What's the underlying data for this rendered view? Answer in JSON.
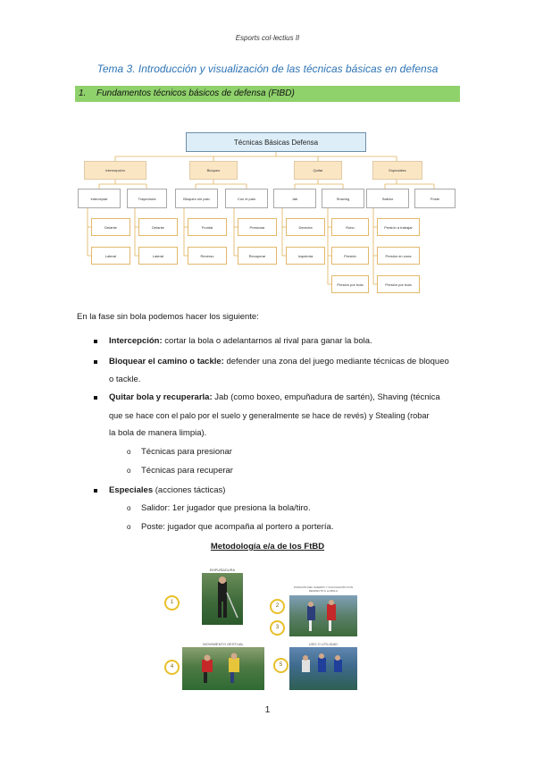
{
  "header": {
    "running_title": "Esports col·lectius II"
  },
  "title": "Tema 3. Introducción y visualización de las técnicas básicas en defensa",
  "section": {
    "number": "1.",
    "heading": "Fundamentos técnicos básicos de defensa (FtBD)"
  },
  "diagram": {
    "root": "Técnicas Básicas Defensa",
    "level1": [
      "Intercepción",
      "Bloqueo",
      "Quitar",
      "Especiales"
    ],
    "level2": [
      "Interceptar",
      "Trayectoria",
      "Bloqueo sin palo",
      "Con el palo",
      "Jab",
      "Shaving",
      "Salidor",
      "Poste"
    ],
    "level3": [
      "Delante",
      "Lateral",
      "Delante",
      "Lateral",
      "Frontal",
      "Reverso",
      "Presionar",
      "Recuperar",
      "Derecha",
      "Izquierda",
      "Robo",
      "Presión",
      "Presión por bola",
      "Presión a trabajar",
      "Presión en zona"
    ]
  },
  "intro": "En la fase sin bola podemos hacer los siguiente:",
  "bullets": {
    "b1_strong": "Intercepción:",
    "b1_text": " cortar la bola o adelantarnos al rival para ganar la bola.",
    "b2_strong": "Bloquear el camino o tackle:",
    "b2_text_l1": " defender una zona del juego mediante técnicas de bloqueo",
    "b2_text_l2": "o tackle.",
    "b3_strong": "Quitar bola y recuperarla:",
    "b3_text_l1": " Jab (como boxeo, empuñadura de sartén), Shaving (técnica",
    "b3_text_l2": "que se hace con el palo por el suelo y generalmente se hace de revés) y Stealing (robar",
    "b3_text_l3": "la bola de manera limpia).",
    "b3_sub1": "Técnicas para presionar",
    "b3_sub2": "Técnicas para recuperar",
    "b4_strong": "Especiales",
    "b4_text": " (acciones tácticas)",
    "b4_sub1": "Salidor: 1er jugador que presiona la bola/tiro.",
    "b4_sub2": "Poste: jugador que acompaña al portero a portería."
  },
  "methodology": {
    "title": "Metodología e/a de los FtBD",
    "captions": [
      "EMPUÑADURA",
      "POSICIÓN DEL CUERPO Y COLOCACIÓN CON RESPECTO A LA BOLA",
      "MOVIMIENTO GESTUAL",
      "USO O UTILIDAD"
    ],
    "badges": [
      "1",
      "2",
      "3",
      "4",
      "5"
    ]
  },
  "page_number": "1",
  "colors": {
    "title": "#2e74b5",
    "section_bg": "#8fd16b",
    "root_bg": "#ddeef8",
    "level1_bg": "#fbe6c4",
    "connector": "#e0b25a",
    "badge": "#e8c02a"
  }
}
